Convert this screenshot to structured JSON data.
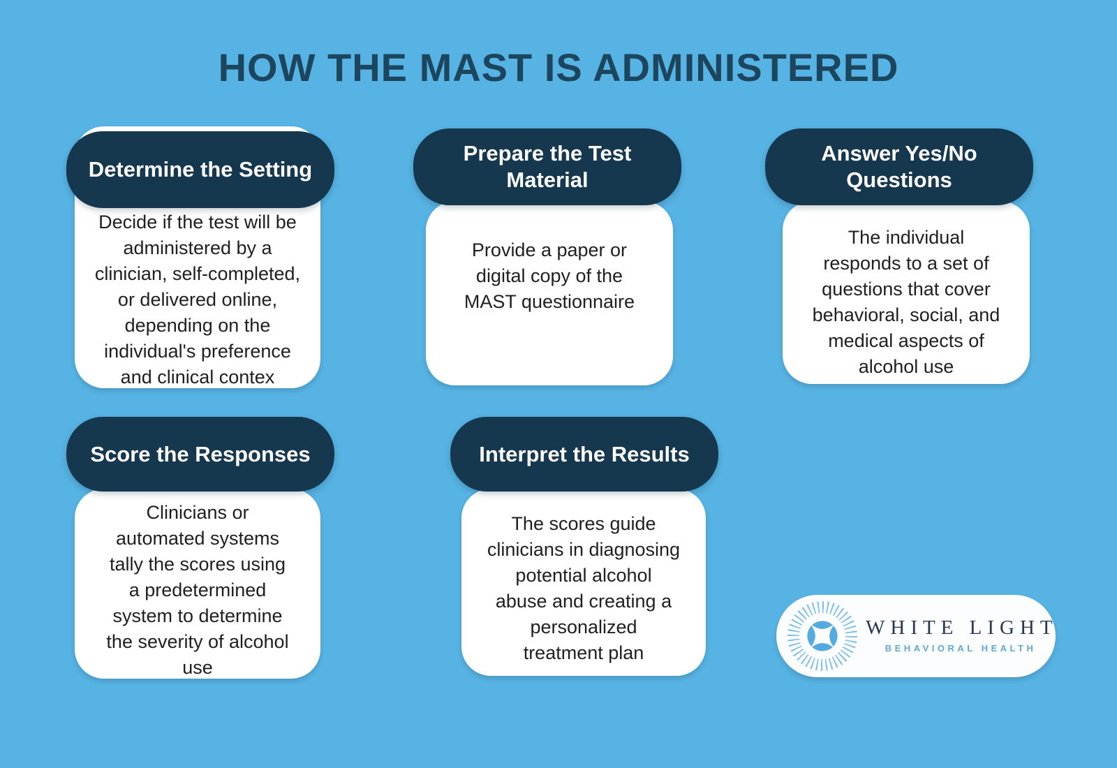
{
  "title": "HOW THE MAST IS ADMINISTERED",
  "cards": [
    {
      "header": "Determine the Setting",
      "body": "Decide if the test will be\nadministered by a\nclinician, self-completed,\nor delivered online,\ndepending on the\nindividual's preference\nand clinical contex"
    },
    {
      "header": "Prepare the Test\nMaterial",
      "body": "Provide a paper or\ndigital copy of the\nMAST questionnaire"
    },
    {
      "header": "Answer Yes/No\nQuestions",
      "body": "The individual\nresponds to a set of\nquestions that cover\nbehavioral, social, and\nmedical aspects of\nalcohol use"
    },
    {
      "header": "Score the Responses",
      "body": "Clinicians or\nautomated systems\ntally the scores using\na predetermined\nsystem to determine\nthe severity of alcohol\nuse"
    },
    {
      "header": "Interpret the Results",
      "body": "The scores guide\nclinicians in diagnosing\npotential alcohol\nabuse and creating a\npersonalized\ntreatment plan"
    }
  ],
  "logo": {
    "icon": "starburst-icon",
    "name": "WHITE LIGHT",
    "tagline": "BEHAVIORAL HEALTH"
  },
  "colors": {
    "background": "#57B3E3",
    "header_pill": "#15384F",
    "title_text": "#1C455E",
    "card_background": "#FFFFFF",
    "body_text": "#1F1F1F",
    "logo_name_text": "#293752",
    "logo_tagline_text": "#5FA8D6",
    "starburst_rays": "#7FC0EA",
    "starburst_petals": "#55AADF"
  }
}
